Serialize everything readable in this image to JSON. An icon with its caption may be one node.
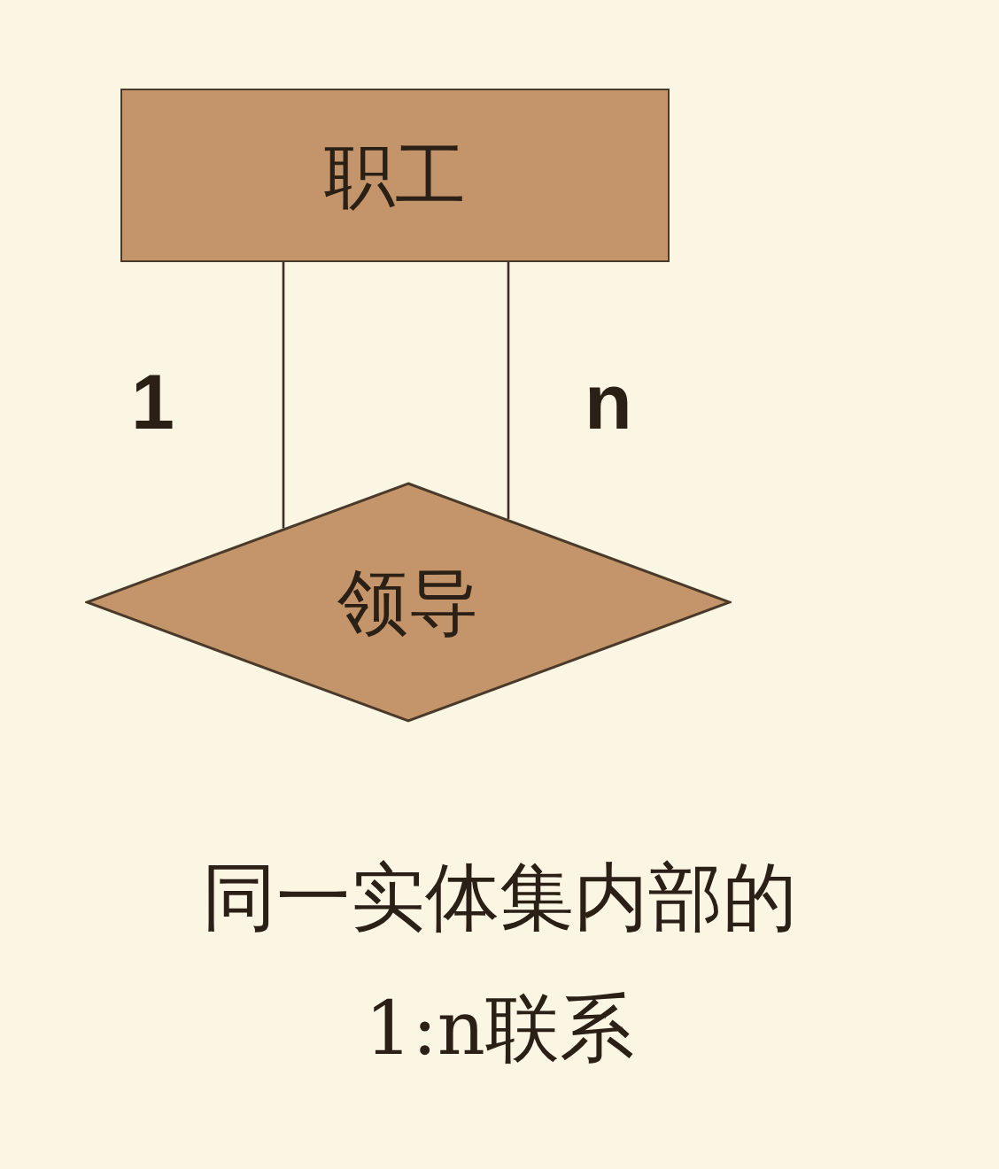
{
  "diagram": {
    "caption": "同一实体集内部的1:n联系",
    "nodes": [
      {
        "text": [
          "职工"
        ]
      },
      {
        "text": [
          "领导"
        ]
      }
    ],
    "edges": [
      {
        "from": 0,
        "to": 1,
        "arrow": "none",
        "label": "1"
      },
      {
        "from": 0,
        "to": 1,
        "arrow": "none",
        "label": "n"
      }
    ]
  }
}
